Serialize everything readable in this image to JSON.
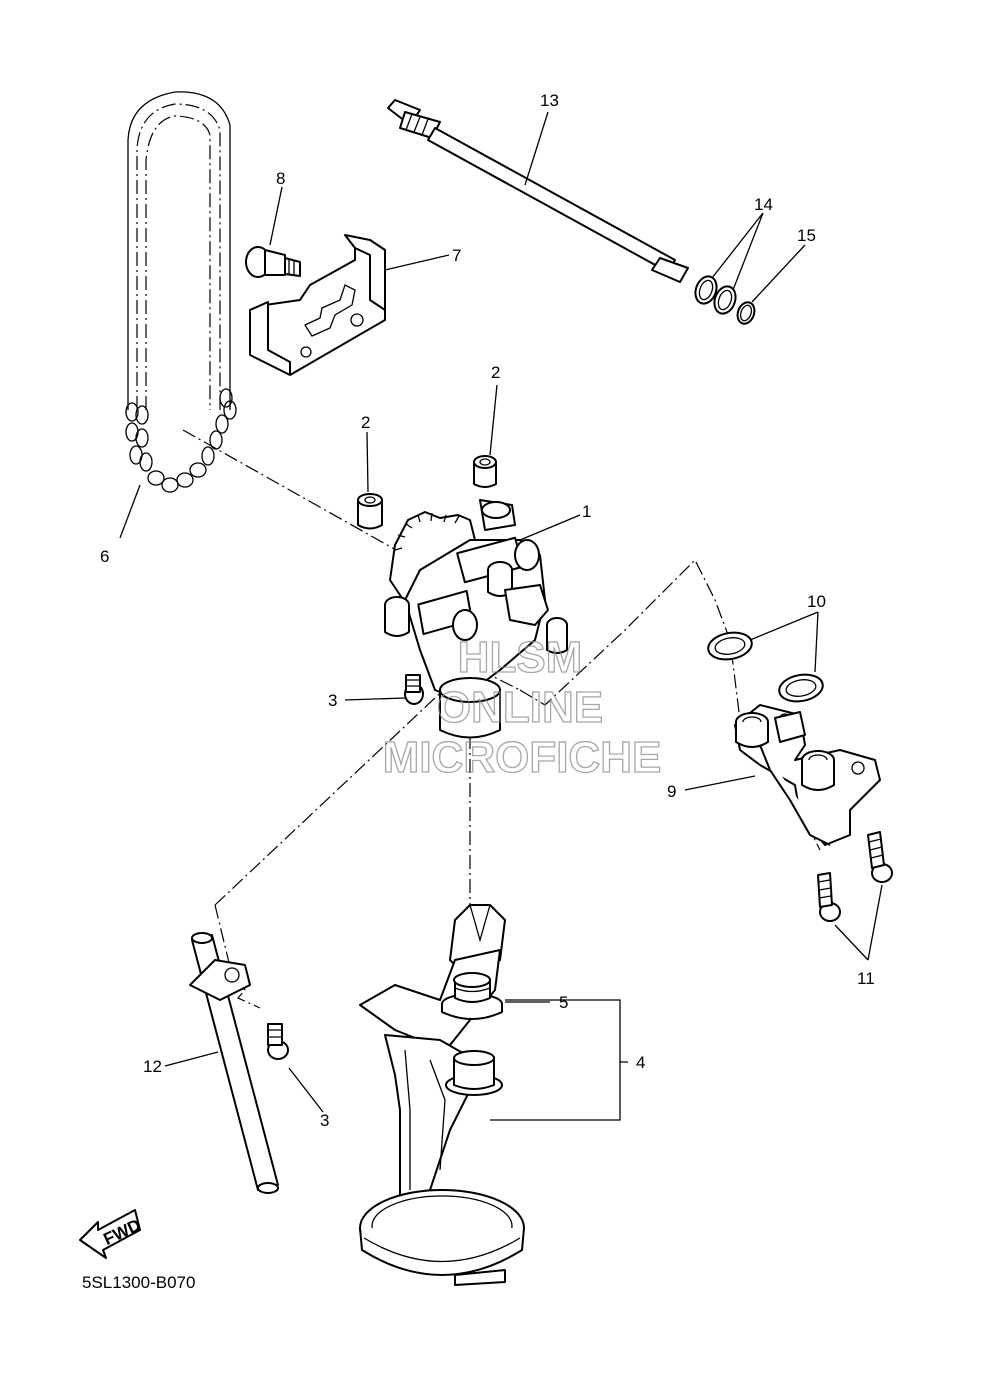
{
  "diagram": {
    "code": "5SL1300-B070",
    "fwd_label": "FWD",
    "callouts": [
      "1",
      "2",
      "2",
      "3",
      "3",
      "4",
      "5",
      "6",
      "7",
      "8",
      "9",
      "10",
      "11",
      "12",
      "13",
      "14",
      "15"
    ],
    "watermark": [
      "HLSM",
      "ONLINE",
      "MICROFICHE"
    ]
  }
}
